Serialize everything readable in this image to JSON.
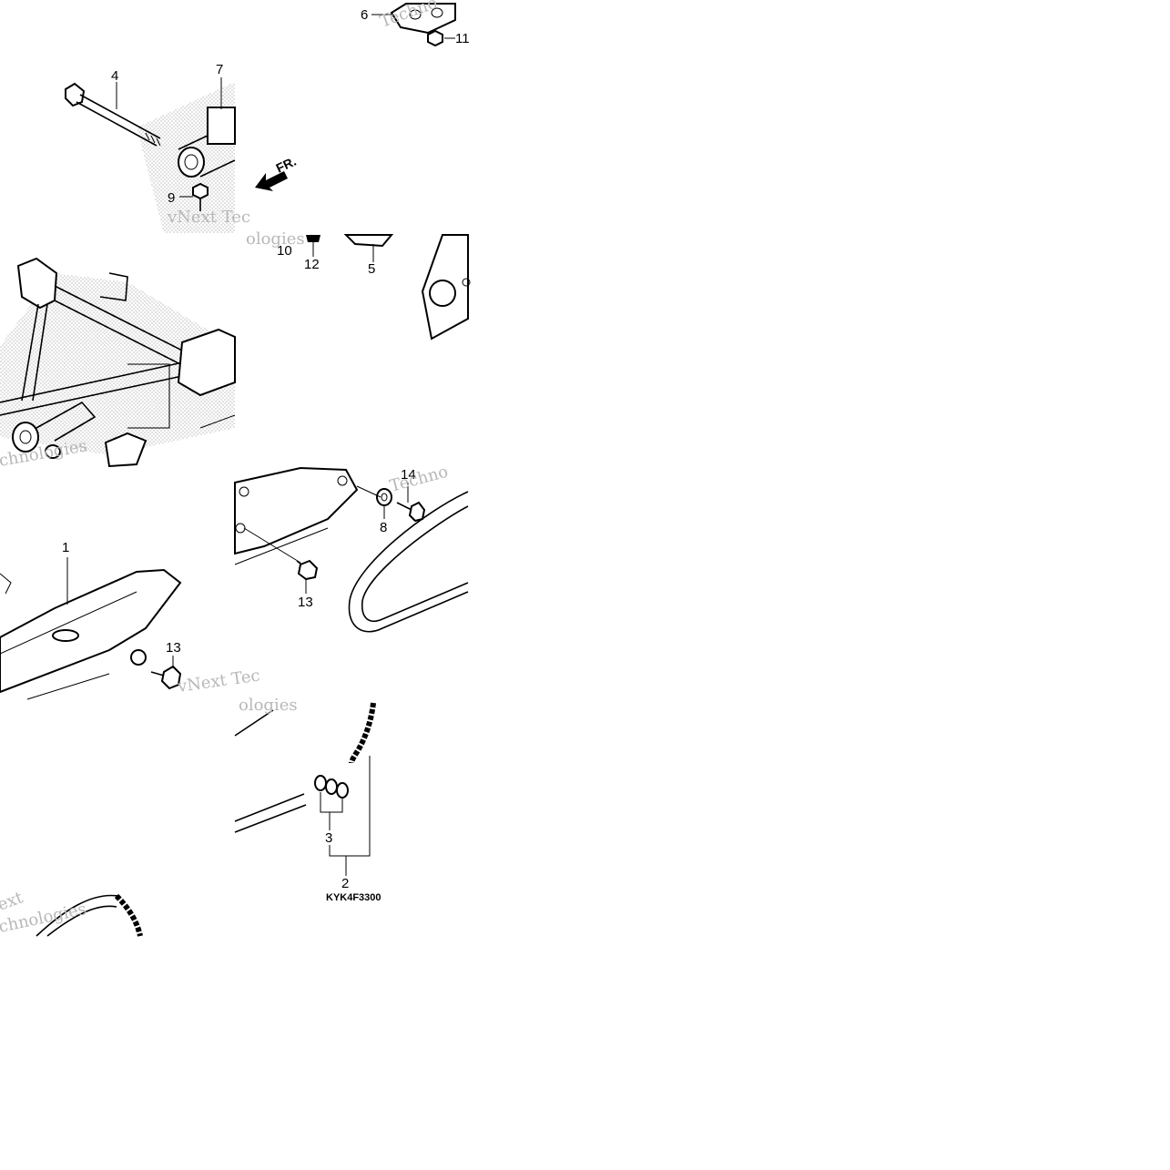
{
  "diagram": {
    "callouts": {
      "c1": "1",
      "c2": "2",
      "c3": "3",
      "c4": "4",
      "c5": "5",
      "c6": "6",
      "c7": "7",
      "c8": "8",
      "c9": "9",
      "c10": "10",
      "c11": "11",
      "c12": "12",
      "c13a": "13",
      "c13b": "13",
      "c14": "14"
    },
    "direction_label": "FR.",
    "diagram_code": "KYK4F3300",
    "watermarks": {
      "w1": "Techno",
      "w2": "vNext Tec",
      "w3": "ologies",
      "w4": "chnologies",
      "w5": "Techno",
      "w6": "vNext Tec",
      "w7": "ologies",
      "w8": "ext",
      "w9": "chnologies"
    },
    "colors": {
      "line": "#000000",
      "watermark": "#b8b8b8",
      "shading": "#cfcfcf"
    }
  }
}
